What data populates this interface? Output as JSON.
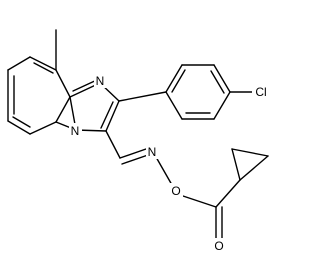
{
  "atoms": {
    "n_imidazole": "N",
    "n_bridge": "N",
    "chlorine": "Cl",
    "n_oxime": "N",
    "o_oxime": "O",
    "o_carbonyl": "O"
  },
  "colors": {
    "bond": "#000000",
    "text": "#000000",
    "background": "#ffffff"
  }
}
